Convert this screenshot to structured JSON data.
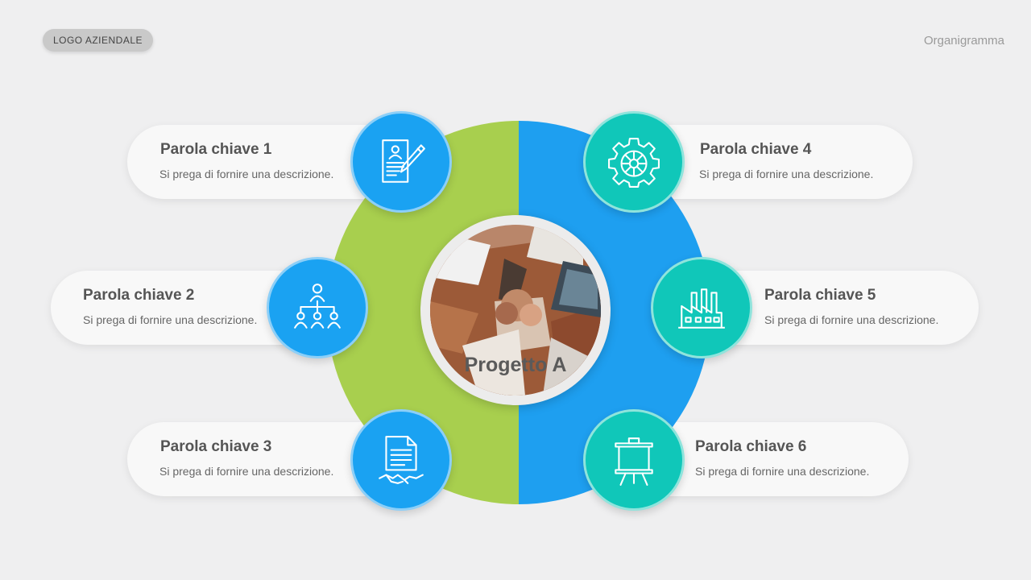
{
  "header": {
    "logo": "LOGO AZIENDALE",
    "title": "Organigramma"
  },
  "center": {
    "label": "Progetto A"
  },
  "items": [
    {
      "keyword": "Parola chiave 1",
      "description": "Si prega di fornire una descrizione.",
      "icon": "contract-icon"
    },
    {
      "keyword": "Parola chiave 2",
      "description": "Si prega di fornire una descrizione.",
      "icon": "hierarchy-icon"
    },
    {
      "keyword": "Parola chiave 3",
      "description": "Si prega di fornire una descrizione.",
      "icon": "handshake-document-icon"
    },
    {
      "keyword": "Parola chiave 4",
      "description": "Si prega di fornire una descrizione.",
      "icon": "gear-icon"
    },
    {
      "keyword": "Parola chiave 5",
      "description": "Si prega di fornire una descrizione.",
      "icon": "factory-icon"
    },
    {
      "keyword": "Parola chiave 6",
      "description": "Si prega di fornire una descrizione.",
      "icon": "presentation-board-icon"
    }
  ],
  "colors": {
    "green": "#a8cf4e",
    "blue": "#1e9ff0",
    "icon_blue": "#1aa2f2",
    "icon_teal": "#10c7b9"
  }
}
